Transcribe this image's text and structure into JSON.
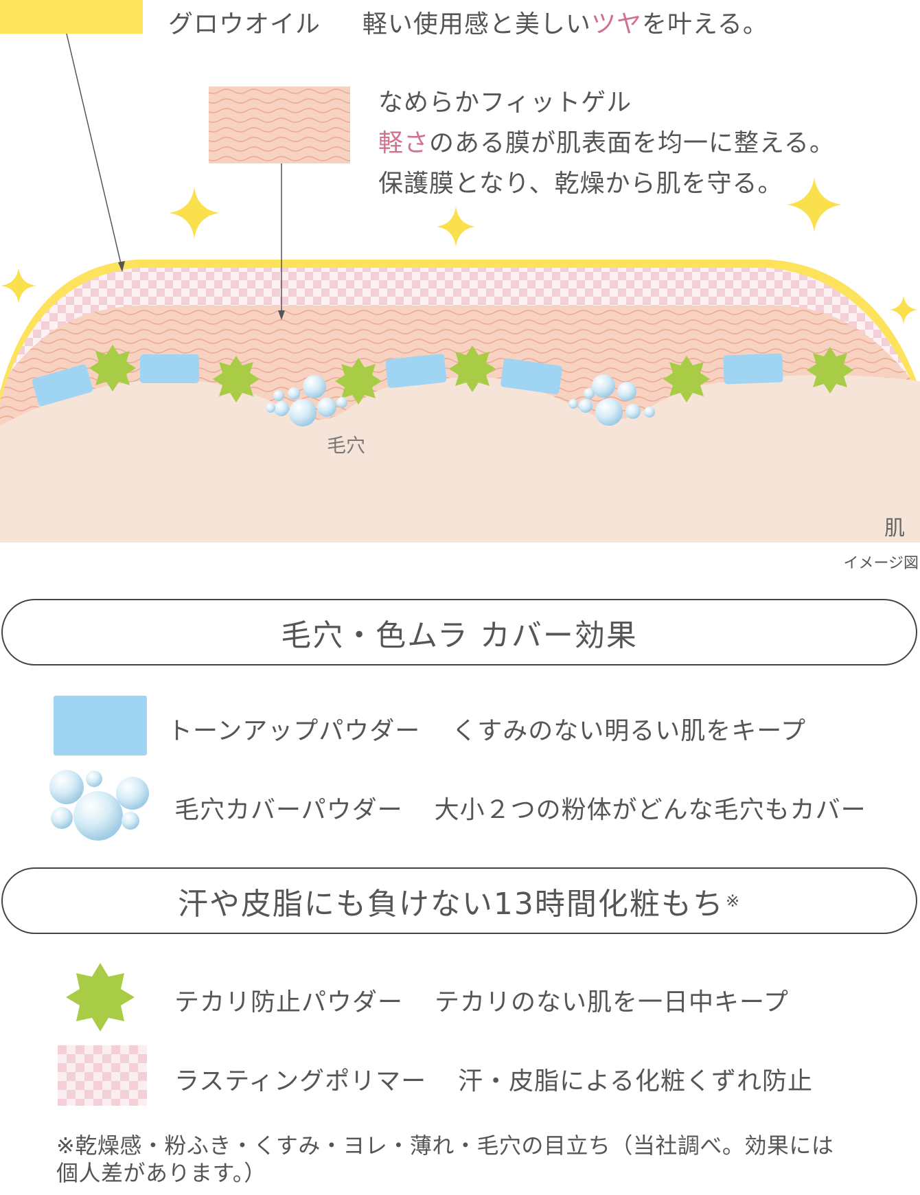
{
  "colors": {
    "oil_yellow": "#fde25c",
    "gel_peach": "#f8d2c0",
    "skin": "#f6e4d8",
    "powder_blue": "#9fd5f2",
    "polymer_pink": "#f3cfd8",
    "anti_shine_green": "#a8cc46",
    "sparkle": "#fbe04e",
    "highlight_pink": "#d4708b"
  },
  "diagram": {
    "glow_oil": {
      "name": "グロウオイル",
      "desc_prefix": "軽い使用感と美しい",
      "desc_highlight": "ツヤ",
      "desc_suffix": "を叶える。"
    },
    "fit_gel": {
      "name": "なめらかフィットゲル",
      "line1_highlight": "軽さ",
      "line1_rest": "のある膜が肌表面を均一に整える。",
      "line2": "保護膜となり、乾燥から肌を守る。"
    },
    "pore_label": "毛穴",
    "skin_label": "肌",
    "caption": "イメージ図"
  },
  "section1": {
    "title": "毛穴・色ムラ カバー効果",
    "items": [
      {
        "name": "トーンアップパウダー",
        "desc": "くすみのない明るい肌をキープ",
        "icon": "blue-rect-icon"
      },
      {
        "name": "毛穴カバーパウダー",
        "desc": "大小２つの粉体がどんな毛穴もカバー",
        "icon": "bubble-cluster-icon"
      }
    ]
  },
  "section2": {
    "title": "汗や皮脂にも負けない13時間化粧もち",
    "title_mark": "※",
    "items": [
      {
        "name": "テカリ防止パウダー",
        "desc": "テカリのない肌を一日中キープ",
        "icon": "green-star-icon"
      },
      {
        "name": "ラスティングポリマー",
        "desc": "汗・皮脂による化粧くずれ防止",
        "icon": "checker-icon"
      }
    ]
  },
  "footnote": {
    "line1": "※乾燥感・粉ふき・くすみ・ヨレ・薄れ・毛穴の目立ち（当社調べ。効果には",
    "line2": "個人差があります。）"
  }
}
